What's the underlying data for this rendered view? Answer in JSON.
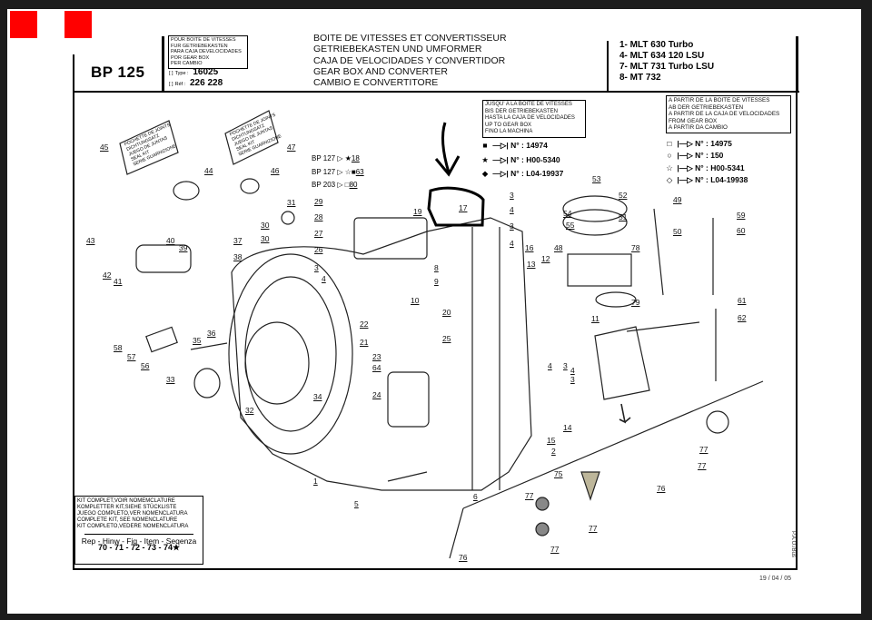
{
  "markers": {
    "square_1": "#ff0000",
    "square_2": "#ff0000"
  },
  "header": {
    "page_code": "BP 125",
    "applicability_box": [
      "POUR BOITE DE VITESSES",
      "FUR GETRIEBEKASTEN",
      "PARA CAJA DEVELOCIDADES",
      "POR GEAR BOX",
      "PER CAMBIO"
    ],
    "type_label": "Type :",
    "type_value": "16025",
    "ref_label": "Réf :",
    "ref_value": "226 228",
    "title_lines": [
      "BOITE DE VITESSES ET CONVERTISSEUR",
      "GETRIEBEKASTEN UND UMFORMER",
      "CAJA DE VELOCIDADES Y CONVERTIDOR",
      "GEAR BOX AND CONVERTER",
      "CAMBIO E CONVERTITORE"
    ],
    "models": [
      "1- MLT 630 Turbo",
      "4- MLT 634 120 LSU",
      "7- MLT 731 Turbo LSU",
      "8- MT 732"
    ]
  },
  "up_to_box": {
    "lines": [
      "JUSQU' A LA BOITE DE VITESSES",
      "BIS DER GETRIEBEKASTEN",
      "HASTA LA CAJA DE VELOCIDADES",
      "UP TO GEAR BOX",
      "FINO LA MACHINA"
    ],
    "serials": [
      {
        "symbol": "■",
        "icon": "filled-square-icon",
        "text": "N° : 14974"
      },
      {
        "symbol": "★",
        "icon": "filled-star-icon",
        "text": "N° : H00-5340"
      },
      {
        "symbol": "◆",
        "icon": "filled-diamond-icon",
        "text": "N° : L04-19937"
      }
    ]
  },
  "from_box": {
    "lines": [
      "A PARTIR DE LA BOITE DE VITESSES",
      "AB DER GETRIEBEKASTEN",
      "A PARTIR DE LA CAJA DE VELOCIDADES",
      "FROM GEAR BOX",
      "A PARTIR DA CAMBIO"
    ],
    "serials": [
      {
        "symbol": "□",
        "icon": "open-square-icon",
        "text": "N° : 14975"
      },
      {
        "symbol": "○",
        "icon": "open-circle-icon",
        "text": "N° : 150"
      },
      {
        "symbol": "☆",
        "icon": "open-star-icon",
        "text": "N° : H00-5341"
      },
      {
        "symbol": "◇",
        "icon": "open-diamond-icon",
        "text": "N° : L04-19938"
      }
    ]
  },
  "bp_refs": [
    {
      "label": "BP 127",
      "symbols": "★",
      "item": "18"
    },
    {
      "label": "BP 127",
      "symbols": "☆■",
      "item": "63"
    },
    {
      "label": "BP 203",
      "symbols": "□",
      "item": "80"
    }
  ],
  "seal_kits": [
    {
      "item": "45",
      "lines": [
        "POCHETTE DE JOINTS",
        "DICHTUNGSATZ",
        "JUEGO DE JUNTAS",
        "SEAL KIT",
        "SERIE GUARNIZIONE"
      ]
    },
    {
      "item": "47",
      "lines": [
        "POCHETTE DE JOINTS",
        "DICHTUNGSATZ",
        "JUEGO DE JUNTAS",
        "SEAL KIT",
        "SERIE GUARNIZIONE"
      ]
    }
  ],
  "callouts": [
    "45",
    "44",
    "47",
    "46",
    "43",
    "40",
    "39",
    "42",
    "41",
    "37",
    "38",
    "31",
    "30",
    "30",
    "29",
    "28",
    "27",
    "26",
    "3",
    "4",
    "19",
    "17",
    "3",
    "4",
    "3",
    "4",
    "16",
    "13",
    "12",
    "53",
    "52",
    "51",
    "54",
    "55",
    "48",
    "78",
    "49",
    "50",
    "59",
    "60",
    "79",
    "61",
    "62",
    "11",
    "3",
    "4",
    "2",
    "10",
    "20",
    "22",
    "21",
    "25",
    "8",
    "9",
    "58",
    "57",
    "56",
    "36",
    "35",
    "33",
    "32",
    "34",
    "23",
    "64",
    "24",
    "4",
    "3",
    "14",
    "15",
    "1",
    "5",
    "6",
    "75",
    "77",
    "77",
    "77",
    "77",
    "77",
    "76",
    "76",
    "18",
    "63",
    "80"
  ],
  "kit_box": {
    "lines": [
      "KIT COMPLET,VOIR NOMEMCLATURE",
      "KOMPLETTER KIT,SIEHE STÜCKLISTE",
      "JUEGO COMPLETO,VER NOMENCLATURA",
      "COMPLETE KIT, SEE NOMENCLATURE",
      "KIT COMPLETO,VEDERE NOMENCLATURA"
    ],
    "seq_labels": "Rep - Hinw - Fig - Item - Seqenza",
    "seq_values": "70 - 71 - 72 - 73 - 74★"
  },
  "footer": {
    "date": "19 / 04 / 05",
    "author": "P.A.O./Bus"
  }
}
